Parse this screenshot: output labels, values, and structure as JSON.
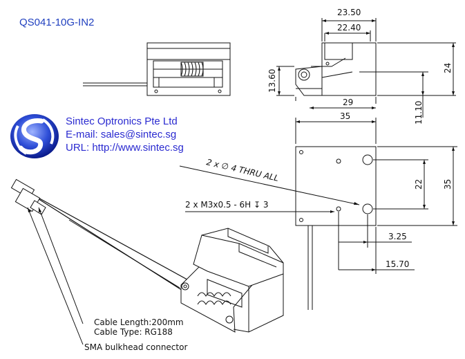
{
  "header": {
    "part_number": "QS041-10G-IN2"
  },
  "company": {
    "name": "Sintec Optronics Pte Ltd",
    "email": "E-mail: sales@sintec.sg",
    "url": "URL: http://www.sintec.sg"
  },
  "dimensions": {
    "top_overall_width": "23.50",
    "top_inner_width": "22.40",
    "side_height_left": "13.60",
    "side_height_right": "24",
    "side_base_length": "29",
    "side_offset": "11.10",
    "front_width": "35",
    "front_hole_spacing": "22",
    "front_height": "35",
    "hole_offset_small": "3.25",
    "hole_offset_large": "15.70"
  },
  "callouts": {
    "thru_holes": "2 x ∅ 4 THRU ALL",
    "threaded_holes": "2 x M3x0.5 - 6H ↧ 3",
    "cable_length": "Cable Length:200mm",
    "cable_type": "Cable Type:    RG188",
    "connector": "SMA bulkhead connector"
  },
  "colors": {
    "brand_blue": "#1f3fbf",
    "company_text": "#2a2ad0",
    "line": "#111111"
  }
}
